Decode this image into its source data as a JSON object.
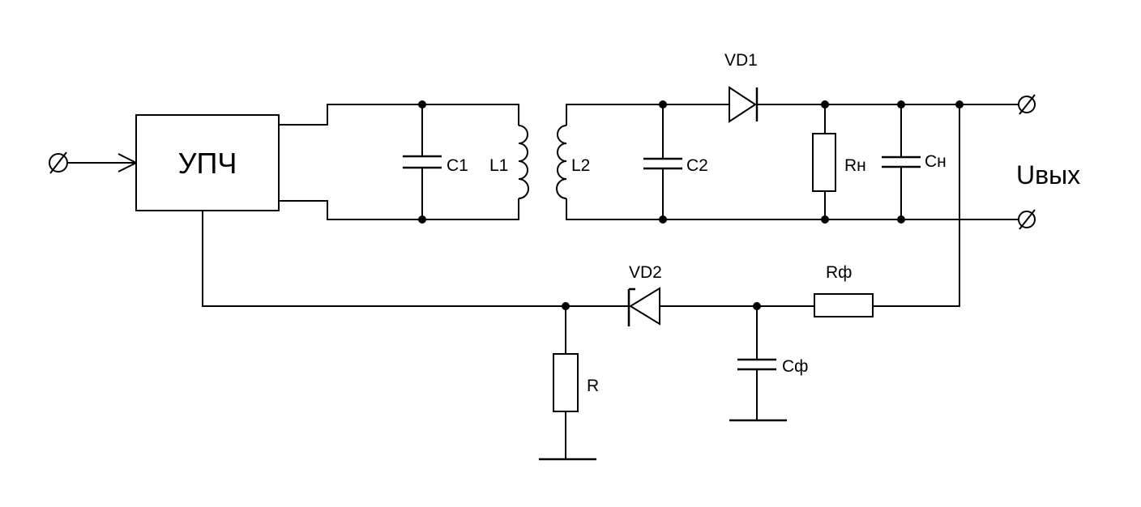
{
  "diagram": {
    "block": {
      "label": "УПЧ"
    },
    "components": {
      "c1": "C1",
      "l1": "L1",
      "l2": "L2",
      "c2": "C2",
      "vd1": "VD1",
      "rn": "Rн",
      "cn": "Cн",
      "vd2": "VD2",
      "rf": "Rф",
      "r": "R",
      "cf": "Cф"
    },
    "output": {
      "label": "Uвых"
    },
    "icons": {
      "terminal": "terminal-circle-slash-icon",
      "ground": "ground-icon",
      "input_arrow": "input-arrow-icon"
    },
    "colors": {
      "ink": "#000000",
      "background": "#ffffff"
    }
  }
}
